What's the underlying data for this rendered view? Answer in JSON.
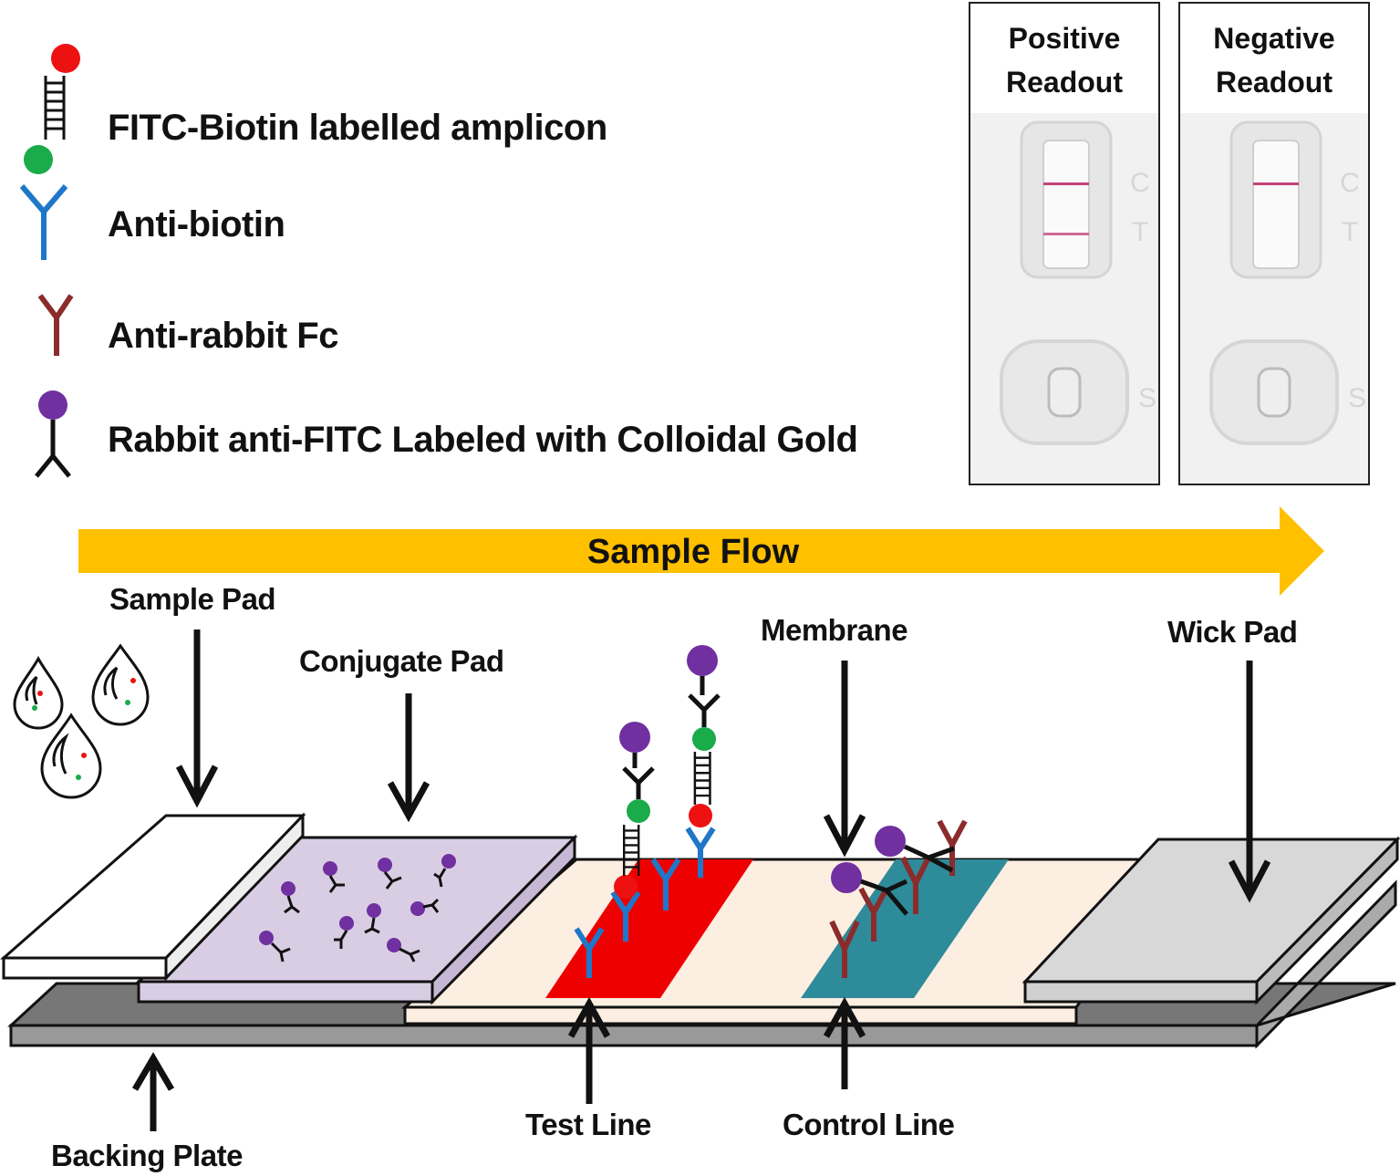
{
  "legend": {
    "amplicon_label": "FITC-Biotin labelled amplicon",
    "anti_biotin_label": "Anti-biotin",
    "anti_rabbit_label": "Anti-rabbit Fc",
    "gold_label": "Rabbit anti-FITC Labeled with Colloidal Gold"
  },
  "readouts": {
    "positive_title": "Positive\nReadout",
    "negative_title": "Negative\nReadout",
    "cassette_c": "C",
    "cassette_t": "T",
    "cassette_s": "S"
  },
  "flow": {
    "label": "Sample  Flow"
  },
  "parts": {
    "sample_pad": "Sample Pad",
    "conjugate_pad": "Conjugate Pad",
    "membrane": "Membrane",
    "wick_pad": "Wick Pad",
    "test_line": "Test Line",
    "control_line": "Control Line",
    "backing_plate": "Backing Plate"
  },
  "colors": {
    "fitc_green": "#1aab4a",
    "biotin_red": "#ee1111",
    "anti_biotin_blue": "#1f77c8",
    "anti_rabbit_brown": "#8b2c2c",
    "gold_purple": "#7030a0",
    "flow_arrow": "#ffc000",
    "test_line_red": "#ee0000",
    "control_line_teal": "#2e8b9a",
    "membrane_peach": "#fdeee2",
    "conjugate_lilac": "#d9cde3",
    "wick_gray": "#d8d8d8",
    "backing_gray": "#999999"
  }
}
